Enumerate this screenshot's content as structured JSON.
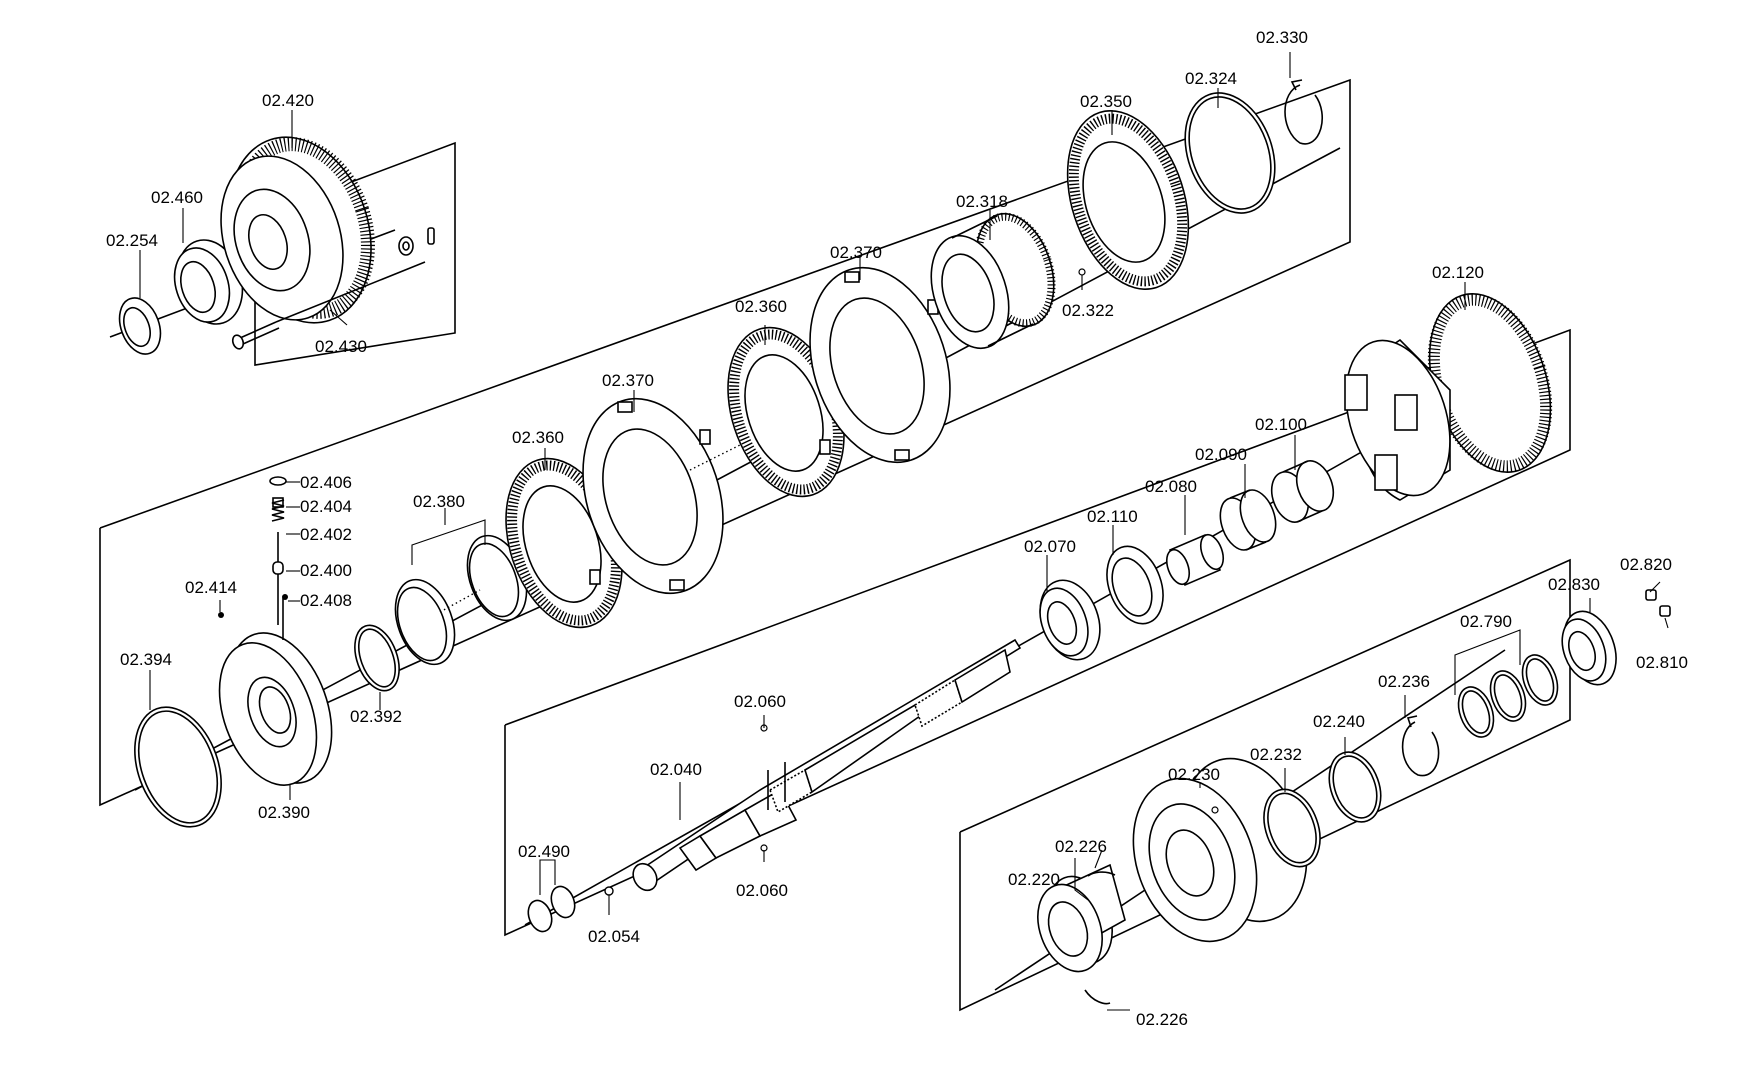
{
  "diagram": {
    "labels": {
      "l02420": "02.420",
      "l02460": "02.460",
      "l02254": "02.254",
      "l02430": "02.430",
      "l02330": "02.330",
      "l02324": "02.324",
      "l02350": "02.350",
      "l02318": "02.318",
      "l02322": "02.322",
      "l02370a": "02.370",
      "l02360a": "02.360",
      "l02370b": "02.370",
      "l02360b": "02.360",
      "l02380": "02.380",
      "l02406": "02.406",
      "l02404": "02.404",
      "l02402": "02.402",
      "l02400": "02.400",
      "l02408": "02.408",
      "l02414": "02.414",
      "l02394": "02.394",
      "l02392": "02.392",
      "l02390": "02.390",
      "l02120": "02.120",
      "l02100": "02.100",
      "l02090": "02.090",
      "l02080": "02.080",
      "l02110": "02.110",
      "l02070": "02.070",
      "l02060a": "02.060",
      "l02060b": "02.060",
      "l02040": "02.040",
      "l02490": "02.490",
      "l02054": "02.054",
      "l02820": "02.820",
      "l02830": "02.830",
      "l02810": "02.810",
      "l02790": "02.790",
      "l02236": "02.236",
      "l02240": "02.240",
      "l02232": "02.232",
      "l02230": "02.230",
      "l02226a": "02.226",
      "l02220": "02.220",
      "l02226b": "02.226"
    }
  }
}
